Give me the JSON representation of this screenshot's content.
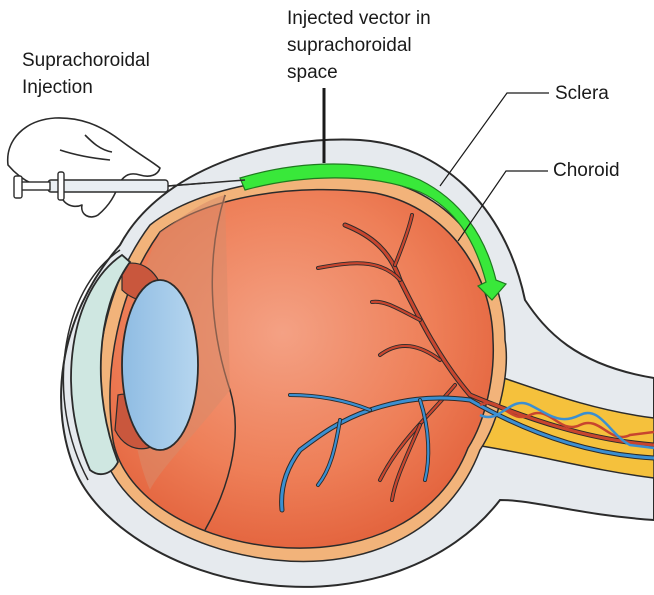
{
  "labels": {
    "injection": "Suprachoroidal\nInjection",
    "vector": "Injected vector in\nsuprachoroidal\nspace",
    "sclera": "Sclera",
    "choroid": "Choroid"
  },
  "colors": {
    "sclera": "#e6eaee",
    "outline": "#2b2b2b",
    "choroid": "#f2b37a",
    "optic_nerve": "#f5c13c",
    "eye_interior": "#e8623a",
    "lens": "#a9cdea",
    "cornea": "#cfe7e1",
    "ciliary_body": "#c9573d",
    "artery": "#c8452e",
    "vein": "#3b8fd1",
    "injected_vector": "#39e83a"
  },
  "icons": [
    "gloved-hand-icon",
    "syringe-icon"
  ]
}
